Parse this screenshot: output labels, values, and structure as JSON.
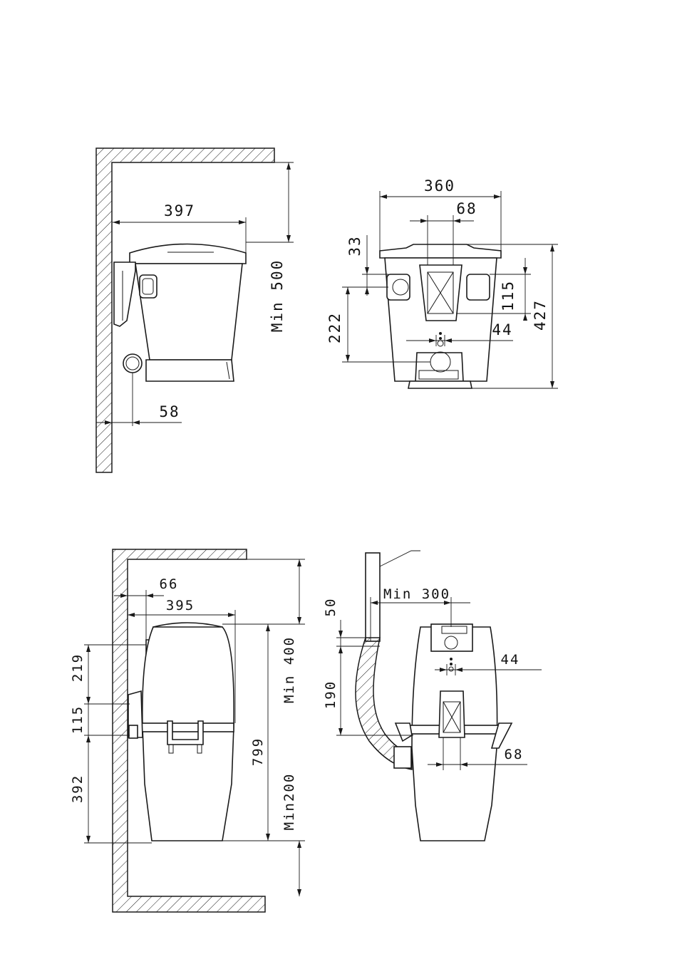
{
  "views": {
    "top_left": {
      "dim_depth": "397",
      "dim_clearance_top": "Min 500",
      "dim_inlet_offset": "58"
    },
    "top_right": {
      "dim_width": "360",
      "dim_bracket_width": "68",
      "dim_top_offset": "33",
      "dim_height_a": "115",
      "dim_total_height": "427",
      "dim_inlet_height": "222",
      "dim_center_offset": "44"
    },
    "bottom_left": {
      "dim_wall_gap": "66",
      "dim_depth": "395",
      "dim_clearance_top": "Min 400",
      "dim_upper": "219",
      "dim_mid": "115",
      "dim_lower": "392",
      "dim_total_height": "799",
      "dim_clearance_bottom": "Min200"
    },
    "bottom_right": {
      "dim_hose_clearance": "Min 300",
      "dim_top_gap": "50",
      "dim_hose_height": "190",
      "dim_center_offset": "44",
      "dim_bracket_width": "68"
    }
  }
}
